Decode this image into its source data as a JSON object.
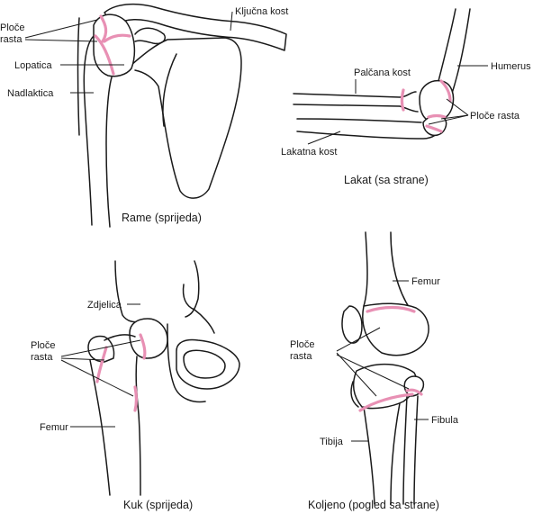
{
  "colors": {
    "line": "#1a1a1a",
    "growth_plate": "#e890b4",
    "background": "#ffffff"
  },
  "panels": {
    "shoulder": {
      "caption": "Rame (sprijeda)",
      "labels": {
        "plates_line1": "Ploče",
        "plates_line2": "rasta",
        "clavicle": "Ključna kost",
        "scapula": "Lopatica",
        "humerus": "Nadlaktica"
      }
    },
    "elbow": {
      "caption": "Lakat (sa strane)",
      "labels": {
        "radius": "Palčana kost",
        "humerus": "Humerus",
        "plates": "Ploče rasta",
        "ulna": "Lakatna kost"
      }
    },
    "hip": {
      "caption": "Kuk (sprijeda)",
      "labels": {
        "pelvis": "Zdjelica",
        "plates_line1": "Ploče",
        "plates_line2": "rasta",
        "femur": "Femur"
      }
    },
    "knee": {
      "caption": "Koljeno (pogled sa strane)",
      "labels": {
        "femur": "Femur",
        "plates_line1": "Ploče",
        "plates_line2": "rasta",
        "fibula": "Fibula",
        "tibia": "Tibija"
      }
    }
  }
}
